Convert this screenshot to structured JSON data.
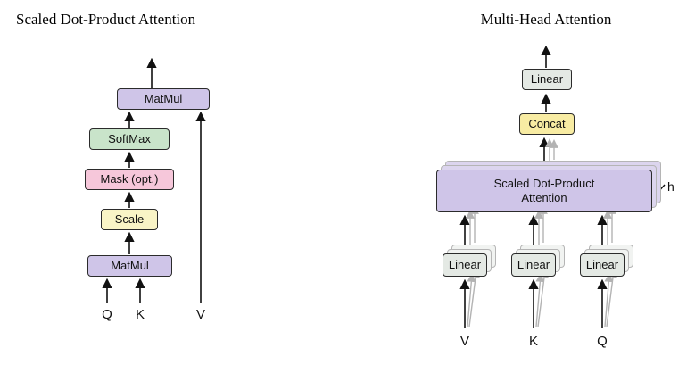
{
  "figure": {
    "left_diagram": {
      "title": "Scaled Dot-Product Attention",
      "boxes": {
        "matmul_top": "MatMul",
        "softmax": "SoftMax",
        "mask": "Mask (opt.)",
        "scale": "Scale",
        "matmul_bottom": "MatMul"
      },
      "inputs": {
        "q": "Q",
        "k": "K",
        "v": "V"
      }
    },
    "right_diagram": {
      "title": "Multi-Head Attention",
      "boxes": {
        "linear_out": "Linear",
        "concat": "Concat",
        "attention_line1": "Scaled Dot-Product",
        "attention_line2": "Attention",
        "linear_v": "Linear",
        "linear_k": "Linear",
        "linear_q": "Linear"
      },
      "heads_label": "h",
      "inputs": {
        "v": "V",
        "k": "K",
        "q": "Q"
      }
    },
    "colors": {
      "matmul_purple": "#cfc5e8",
      "softmax_green": "#c9e4ca",
      "mask_pink": "#f6c7da",
      "scale_yellow": "#f9f4c6",
      "concat_yellow": "#f8eca3",
      "linear_gray": "#e4e9e4",
      "attention_purple": "#cfc5e8"
    }
  }
}
